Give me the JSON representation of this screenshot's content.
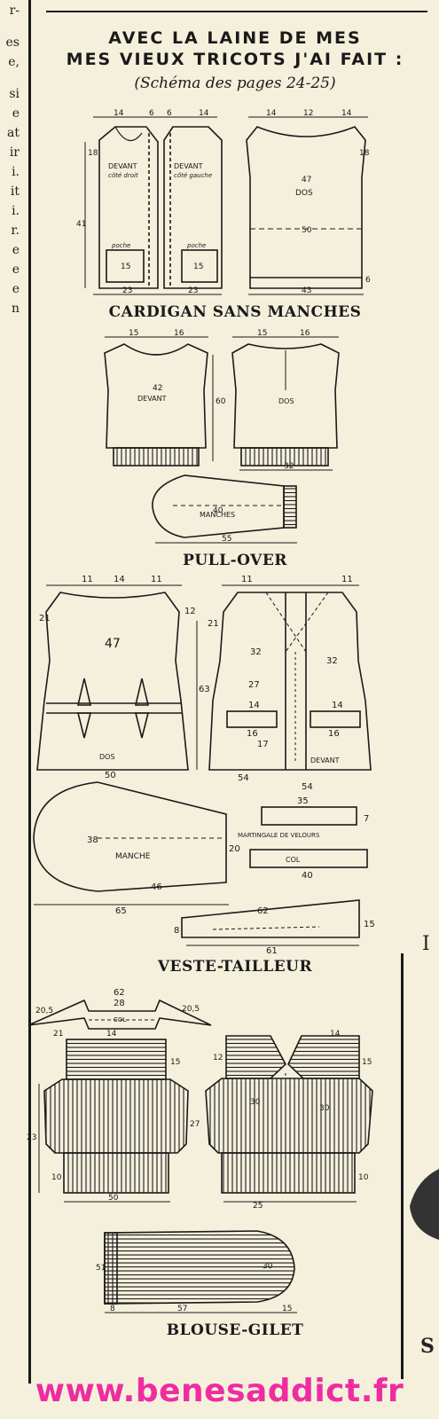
{
  "left_column_fragments": [
    "r-",
    "es",
    "e,",
    "si",
    "e",
    "at",
    "ir",
    "i.",
    "it",
    "i.",
    "r.",
    "e",
    "e",
    "e",
    "n"
  ],
  "header": {
    "line1": "AVEC LA LAINE DE MES",
    "line2": "MES VIEUX TRICOTS J'AI FAIT :",
    "subtitle": "(Schéma des pages 24-25)"
  },
  "sections": {
    "cardigan": {
      "caption": "CARDIGAN SANS MANCHES",
      "labels": {
        "devant_left": "DEVANT",
        "devant_left_sub": "côté droit",
        "devant_right": "DEVANT",
        "devant_right_sub": "côté gauche",
        "dos": "DOS",
        "poche": "poche"
      },
      "measures": [
        "14",
        "6",
        "6",
        "14",
        "14",
        "12",
        "14",
        "18",
        "18",
        "41",
        "47",
        "50",
        "15",
        "15",
        "23",
        "23",
        "43",
        "6"
      ]
    },
    "pullover": {
      "caption": "PULL-OVER",
      "labels": {
        "devant": "DEVANT",
        "dos": "DOS",
        "manches": "MANCHES"
      },
      "measures": [
        "15",
        "16",
        "15",
        "16",
        "42",
        "40",
        "60",
        "32",
        "55"
      ]
    },
    "veste": {
      "caption": "VESTE-TAILLEUR",
      "labels": {
        "dos": "DOS",
        "devant": "DEVANT",
        "manche": "MANCHE",
        "martingale": "MARTINGALE DE VELOURS",
        "col": "COL"
      },
      "measures": [
        "11",
        "14",
        "11",
        "11",
        "11",
        "21",
        "21",
        "12",
        "47",
        "63",
        "32",
        "32",
        "27",
        "14",
        "14",
        "16",
        "16",
        "17",
        "50",
        "54",
        "54",
        "35",
        "38",
        "20",
        "46",
        "65",
        "40",
        "62",
        "61",
        "8",
        "7",
        "15"
      ]
    },
    "blouse": {
      "caption": "BLOUSE-GILET",
      "labels": {
        "col": "COL"
      },
      "measures": [
        "62",
        "28",
        "20,5",
        "20,5",
        "14",
        "14",
        "21",
        "12",
        "15",
        "15",
        "30",
        "30",
        "27",
        "23",
        "10",
        "10",
        "50",
        "25",
        "57",
        "51",
        "30",
        "8",
        "15"
      ]
    }
  },
  "right_edge": {
    "letter_s": "S",
    "letter_i": "I"
  },
  "watermark": "www.benesaddict.fr"
}
